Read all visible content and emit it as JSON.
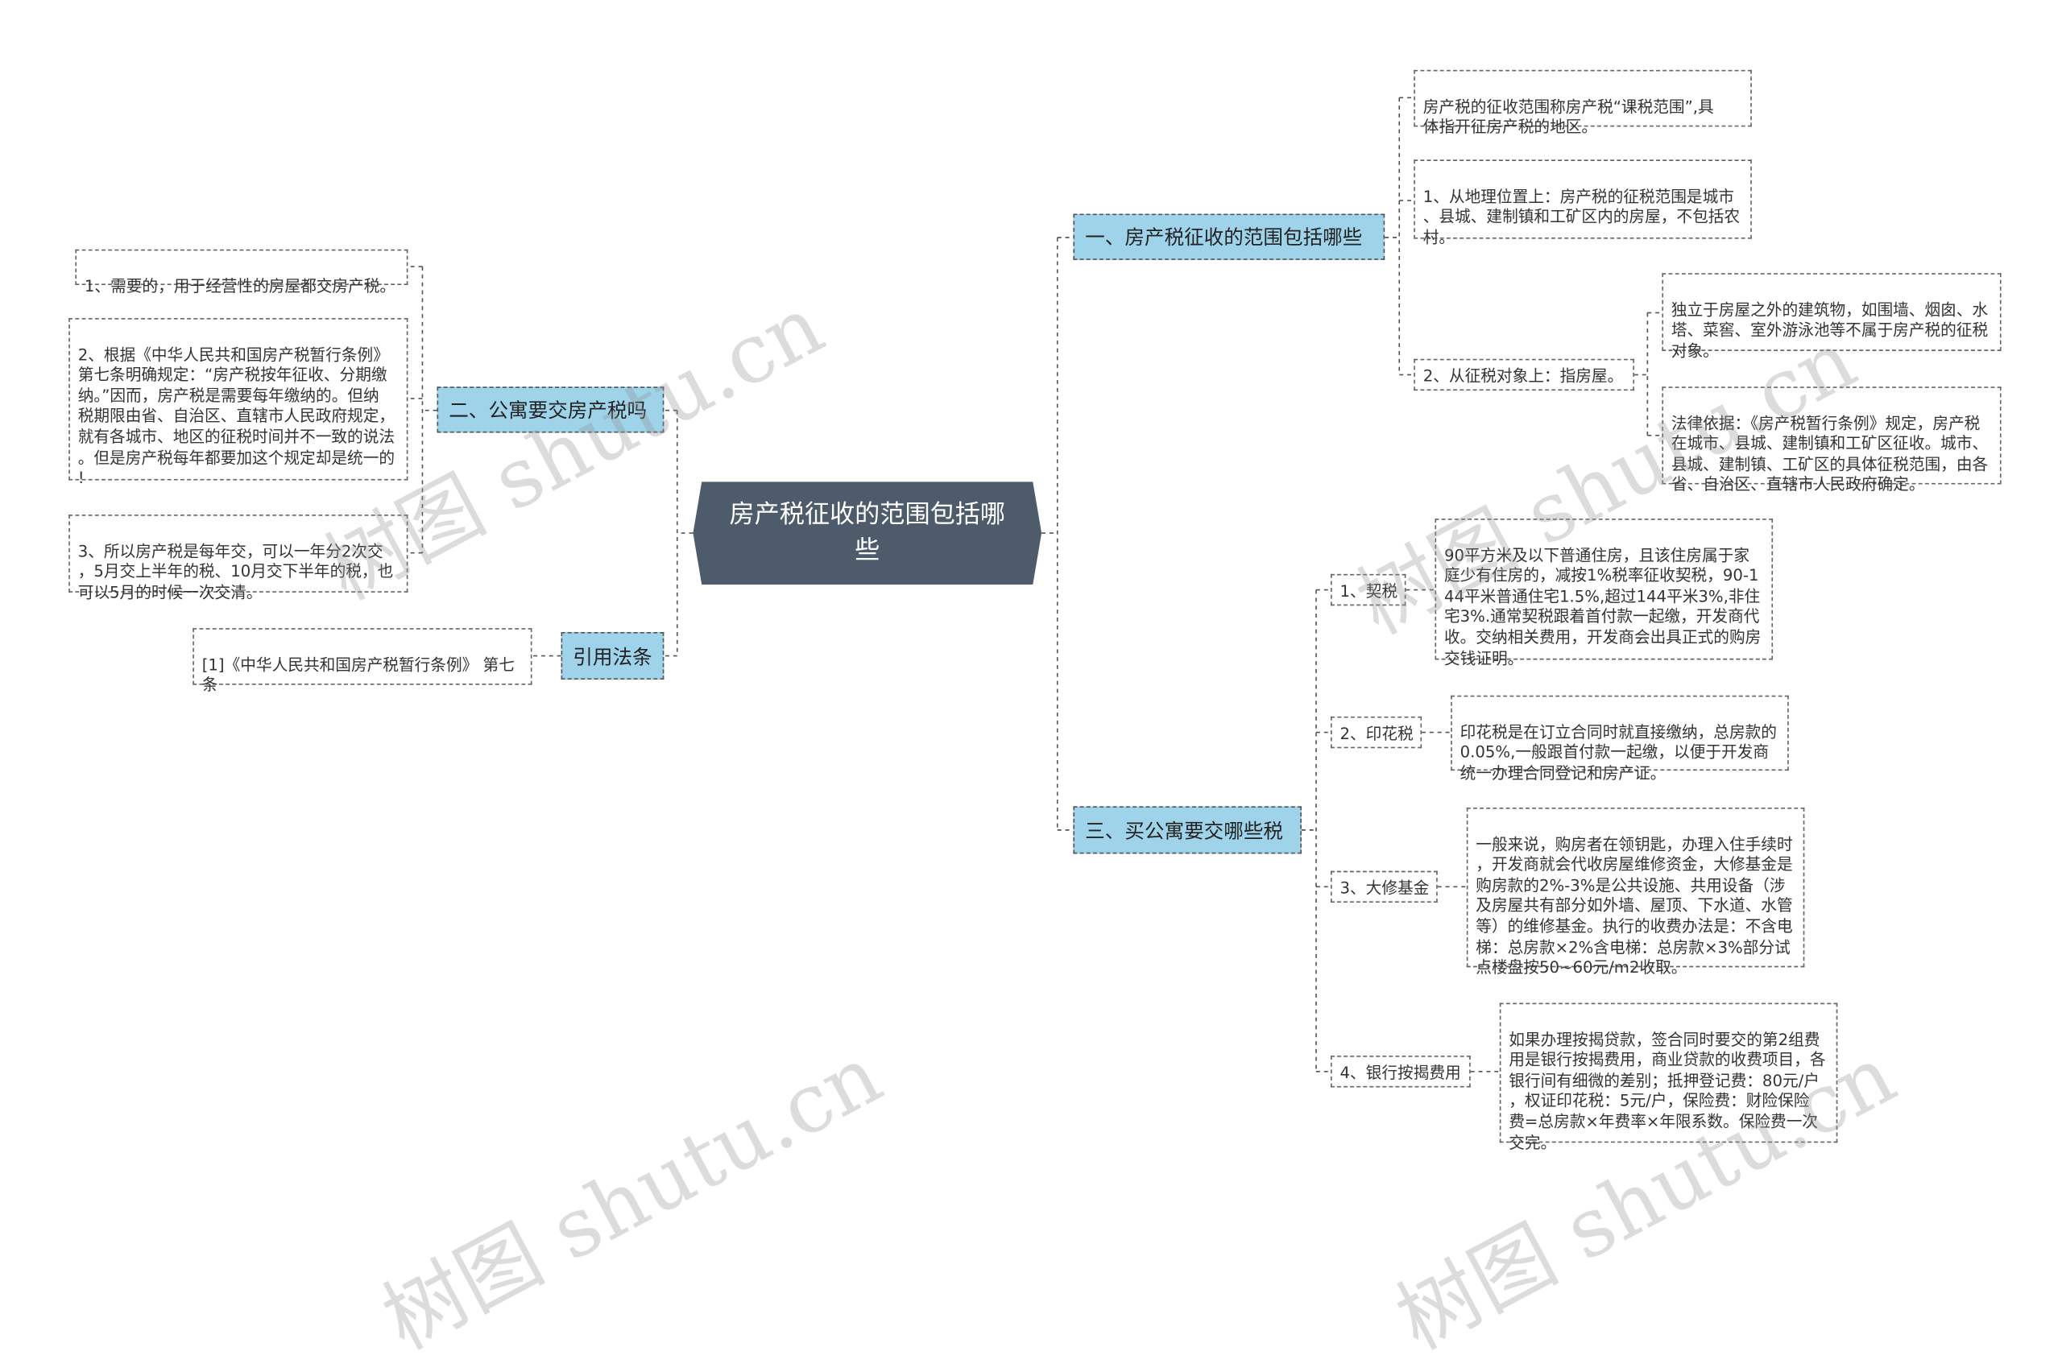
{
  "root": "房产税征收的范围包括哪些",
  "branches": {
    "b1": "一、房产税征收的范围包括哪些",
    "b2": "二、公寓要交房产税吗",
    "b3": "三、买公寓要交哪些税",
    "b4": "引用法条"
  },
  "b1_items": {
    "n1": "房产税的征收范围称房产税“课税范围”,具\n体指开征房产税的地区。",
    "n2": "1、从地理位置上：房产税的征税范围是城市\n、县城、建制镇和工矿区内的房屋，不包括农\n村。",
    "n3": "2、从征税对象上：指房屋。",
    "n3a": "独立于房屋之外的建筑物，如围墙、烟囱、水\n塔、菜窖、室外游泳池等不属于房产税的征税\n对象。",
    "n3b": "法律依据：《房产税暂行条例》规定，房产税\n在城市、县城、建制镇和工矿区征收。城市、\n县城、建制镇、工矿区的具体征税范围，由各\n省、自治区、直辖市人民政府确定。"
  },
  "b2_items": {
    "n1": "1、需要的，用于经营性的房屋都交房产税。",
    "n2": "2、根据《中华人民共和国房产税暂行条例》\n第七条明确规定：“房产税按年征收、分期缴\n纳。”因而，房产税是需要每年缴纳的。但纳\n税期限由省、自治区、直辖市人民政府规定，\n就有各城市、地区的征税时间并不一致的说法\n。但是房产税每年都要加这个规定却是统一的\n!",
    "n3": "3、所以房产税是每年交，可以一年分2次交\n，5月交上半年的税、10月交下半年的税，也\n可以5月的时候一次交清。"
  },
  "b3_items": {
    "s1": "1、契税",
    "s1_text": "90平方米及以下普通住房，且该住房属于家\n庭少有住房的，减按1%税率征收契税，90-1\n44平米普通住宅1.5%,超过144平米3%,非住\n宅3%.通常契税跟着首付款一起缴，开发商代\n收。交纳相关费用，开发商会出具正式的购房\n交钱证明。",
    "s2": "2、印花税",
    "s2_text": "印花税是在订立合同时就直接缴纳，总房款的\n0.05%,一般跟首付款一起缴，以便于开发商\n统一办理合同登记和房产证。",
    "s3": "3、大修基金",
    "s3_text": "一般来说，购房者在领钥匙，办理入住手续时\n，开发商就会代收房屋维修资金，大修基金是\n购房款的2%-3%是公共设施、共用设备（涉\n及房屋共有部分如外墙、屋顶、下水道、水管\n等）的维修基金。执行的收费办法是：不含电\n梯：总房款×2%含电梯：总房款×3%部分试\n点楼盘按50~60元/m2收取。",
    "s4": "4、银行按揭费用",
    "s4_text": "如果办理按揭贷款，签合同时要交的第2组费\n用是银行按揭费用，商业贷款的收费项目，各\n银行间有细微的差别；抵押登记费：80元/户\n，权证印花税：5元/户，保险费：财险保险\n费=总房款×年费率×年限系数。保险费一次\n交完。"
  },
  "b4_items": {
    "n1": "[1]《中华人民共和国房产税暂行条例》 第七\n条"
  },
  "watermark": "树图 shutu.cn",
  "colors": {
    "root_bg": "#4d5b6a",
    "branch_bg": "#9ed3ea",
    "line": "#555555"
  }
}
